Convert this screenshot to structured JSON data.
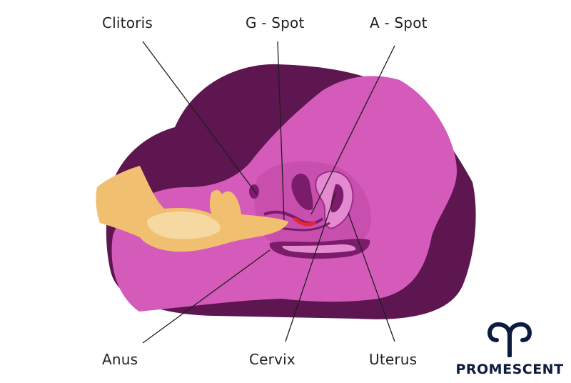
{
  "labels": {
    "clitoris": "Clitoris",
    "g_spot": "G - Spot",
    "a_spot": "A - Spot",
    "anus": "Anus",
    "cervix": "Cervix",
    "uterus": "Uterus"
  },
  "brand": {
    "name": "PROMESCENT",
    "logo_icon": "aries-symbol-icon"
  },
  "colors": {
    "dark_purple": "#5e1650",
    "magenta": "#d55bbb",
    "light_magenta": "#e38ad0",
    "hand": "#f0c070",
    "hand_highlight": "#f5d9a0",
    "spot_red": "#e8262f",
    "line": "#1e1e1e",
    "brand_navy": "#0d1b3e"
  }
}
